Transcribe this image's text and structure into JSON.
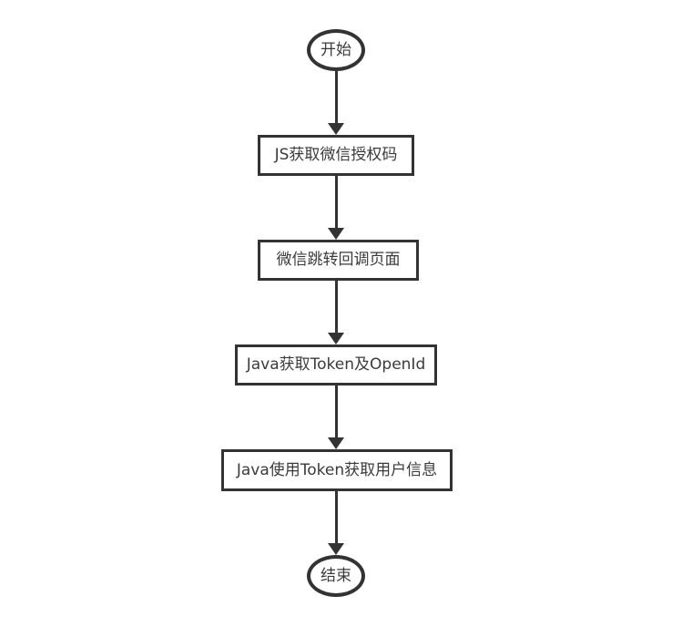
{
  "flowchart": {
    "type": "flowchart",
    "direction": "top-to-bottom",
    "colors": {
      "background": "#ffffff",
      "stroke": "#333333",
      "text": "#3b3b3b",
      "node_fill": "#ffffff"
    },
    "nodes": [
      {
        "id": "start",
        "shape": "ellipse",
        "label": "开始"
      },
      {
        "id": "js-get-wechat-auth-code",
        "shape": "rect",
        "label": "JS获取微信授权码"
      },
      {
        "id": "wechat-redirect-callback-page",
        "shape": "rect",
        "label": "微信跳转回调页面"
      },
      {
        "id": "java-get-token-and-openid",
        "shape": "rect",
        "label": "Java获取Token及OpenId"
      },
      {
        "id": "java-use-token-get-userinfo",
        "shape": "rect",
        "label": "Java使用Token获取用户信息"
      },
      {
        "id": "end",
        "shape": "ellipse",
        "label": "结束"
      }
    ],
    "edges": [
      {
        "from": "start",
        "to": "js-get-wechat-auth-code",
        "arrow": "down"
      },
      {
        "from": "js-get-wechat-auth-code",
        "to": "wechat-redirect-callback-page",
        "arrow": "down"
      },
      {
        "from": "wechat-redirect-callback-page",
        "to": "java-get-token-and-openid",
        "arrow": "down"
      },
      {
        "from": "java-get-token-and-openid",
        "to": "java-use-token-get-userinfo",
        "arrow": "down"
      },
      {
        "from": "java-use-token-get-userinfo",
        "to": "end",
        "arrow": "down"
      }
    ]
  }
}
